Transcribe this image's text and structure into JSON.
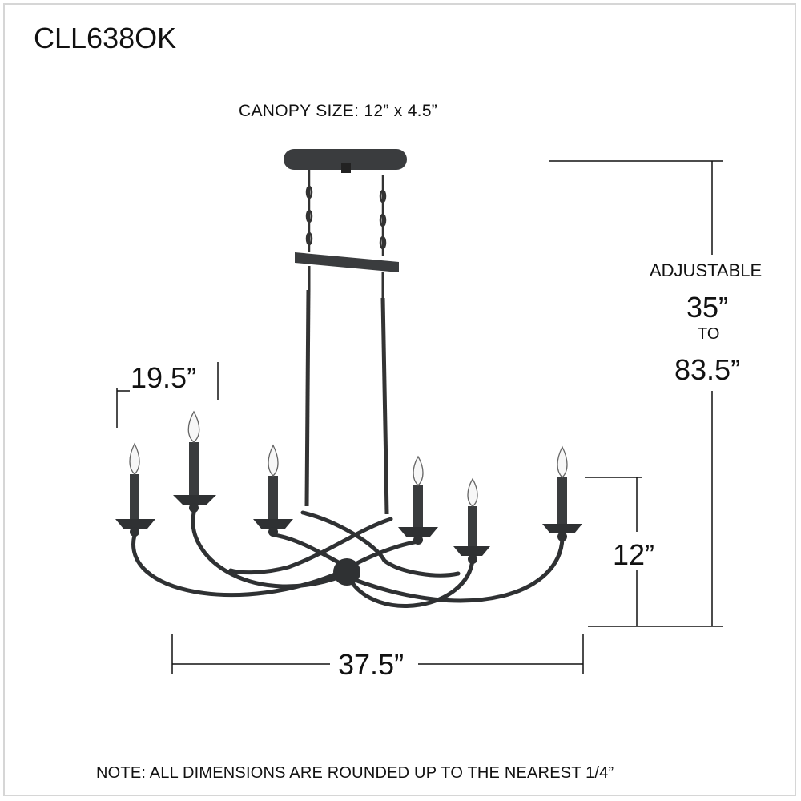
{
  "model": "CLL638OK",
  "canopy_size": "CANOPY SIZE: 12” x 4.5”",
  "overall_height": {
    "label": "ADJUSTABLE",
    "min": "35”",
    "connector": "TO",
    "max": "83.5”"
  },
  "depth": "19.5”",
  "body_height": "12”",
  "width": "37.5”",
  "note": "NOTE: ALL DIMENSIONS ARE ROUNDED UP TO THE NEAREST 1/4”",
  "colors": {
    "fixture": "#2f3133",
    "dimension_lines": "#111111",
    "frame": "#d6d6d6"
  }
}
